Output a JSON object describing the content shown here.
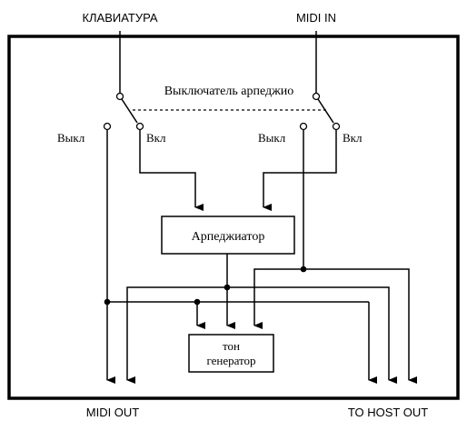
{
  "labels": {
    "keyboard": "КЛАВИАТУРА",
    "midi_in": "MIDI IN",
    "arp_switch": "Выключатель арпеджио",
    "off_left": "Выкл",
    "on_left": "Вкл",
    "off_right": "Выкл",
    "on_right": "Вкл",
    "arpeggiator": "Арпеджиатор",
    "tone_gen_line1": "тон",
    "tone_gen_line2": "генератор",
    "midi_out": "MIDI OUT",
    "to_host_out": "TO HOST OUT"
  }
}
